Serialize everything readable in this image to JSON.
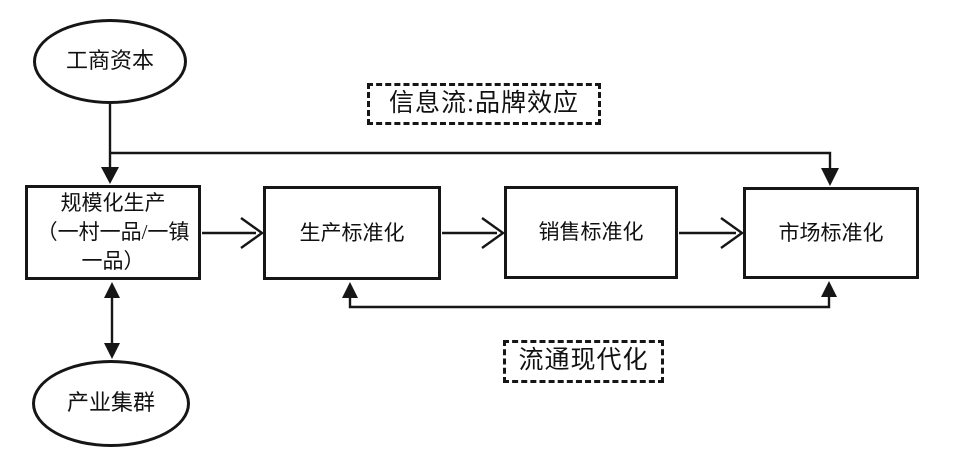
{
  "diagram": {
    "background_color": "#ffffff",
    "line_color": "#161616",
    "nodes": {
      "capital": {
        "label": "工商资本",
        "shape": "ellipse"
      },
      "scale_production": {
        "label": "规模化生产\n（一村一品/一镇\n一品）",
        "shape": "rectangle"
      },
      "production_std": {
        "label": "生产标准化",
        "shape": "rectangle"
      },
      "sales_std": {
        "label": "销售标准化",
        "shape": "rectangle"
      },
      "market_std": {
        "label": "市场标准化",
        "shape": "rectangle"
      },
      "industry_cluster": {
        "label": "产业集群",
        "shape": "ellipse"
      },
      "info_flow": {
        "label": "信息流:品牌效应",
        "shape": "dashed-box"
      },
      "circulation": {
        "label": "流通现代化",
        "shape": "dashed-box"
      }
    },
    "edges": [
      {
        "from": "capital",
        "to": "scale_production",
        "style": "solid-arrow-down"
      },
      {
        "from": "capital-line",
        "to": "market_std",
        "style": "solid-arrow-down-via-top"
      },
      {
        "from": "scale_production",
        "to": "production_std",
        "style": "chevron-arrow-right"
      },
      {
        "from": "production_std",
        "to": "sales_std",
        "style": "chevron-arrow-right"
      },
      {
        "from": "sales_std",
        "to": "market_std",
        "style": "chevron-arrow-right"
      },
      {
        "from": "market_std",
        "to": "production_std",
        "style": "bottom-double-arrow-up"
      },
      {
        "from": "scale_production",
        "to": "industry_cluster",
        "style": "double-headed-vertical"
      }
    ]
  }
}
